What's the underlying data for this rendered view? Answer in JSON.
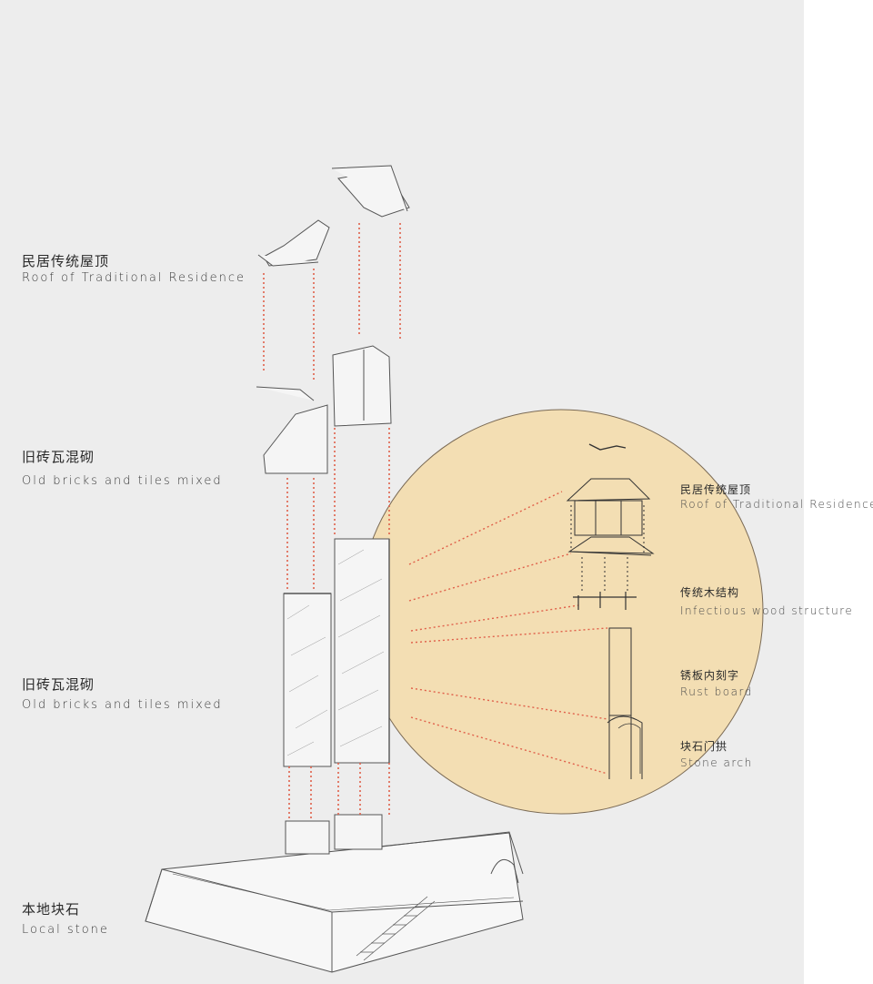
{
  "colors": {
    "paper": "#ededed",
    "circle_fill": "#f3deb3",
    "sketch_line": "#555555",
    "leader_dots": "#e0604a"
  },
  "left_labels": [
    {
      "zh": "民居传统屋顶",
      "en": "Roof of Traditional Residence"
    },
    {
      "zh": "旧砖瓦混砌",
      "en": "Old bricks and tiles mixed"
    },
    {
      "zh": "旧砖瓦混砌",
      "en": "Old bricks and tiles mixed"
    },
    {
      "zh": "本地块石",
      "en": "Local stone"
    }
  ],
  "detail_labels": [
    {
      "zh": "民居传统屋顶",
      "en": "Roof of Traditional Residence"
    },
    {
      "zh": "传统木结构",
      "en": "Infectious wood structure"
    },
    {
      "zh": "锈板内刻字",
      "en": "Rust board"
    },
    {
      "zh": "块石门拱",
      "en": "Stone arch"
    }
  ]
}
